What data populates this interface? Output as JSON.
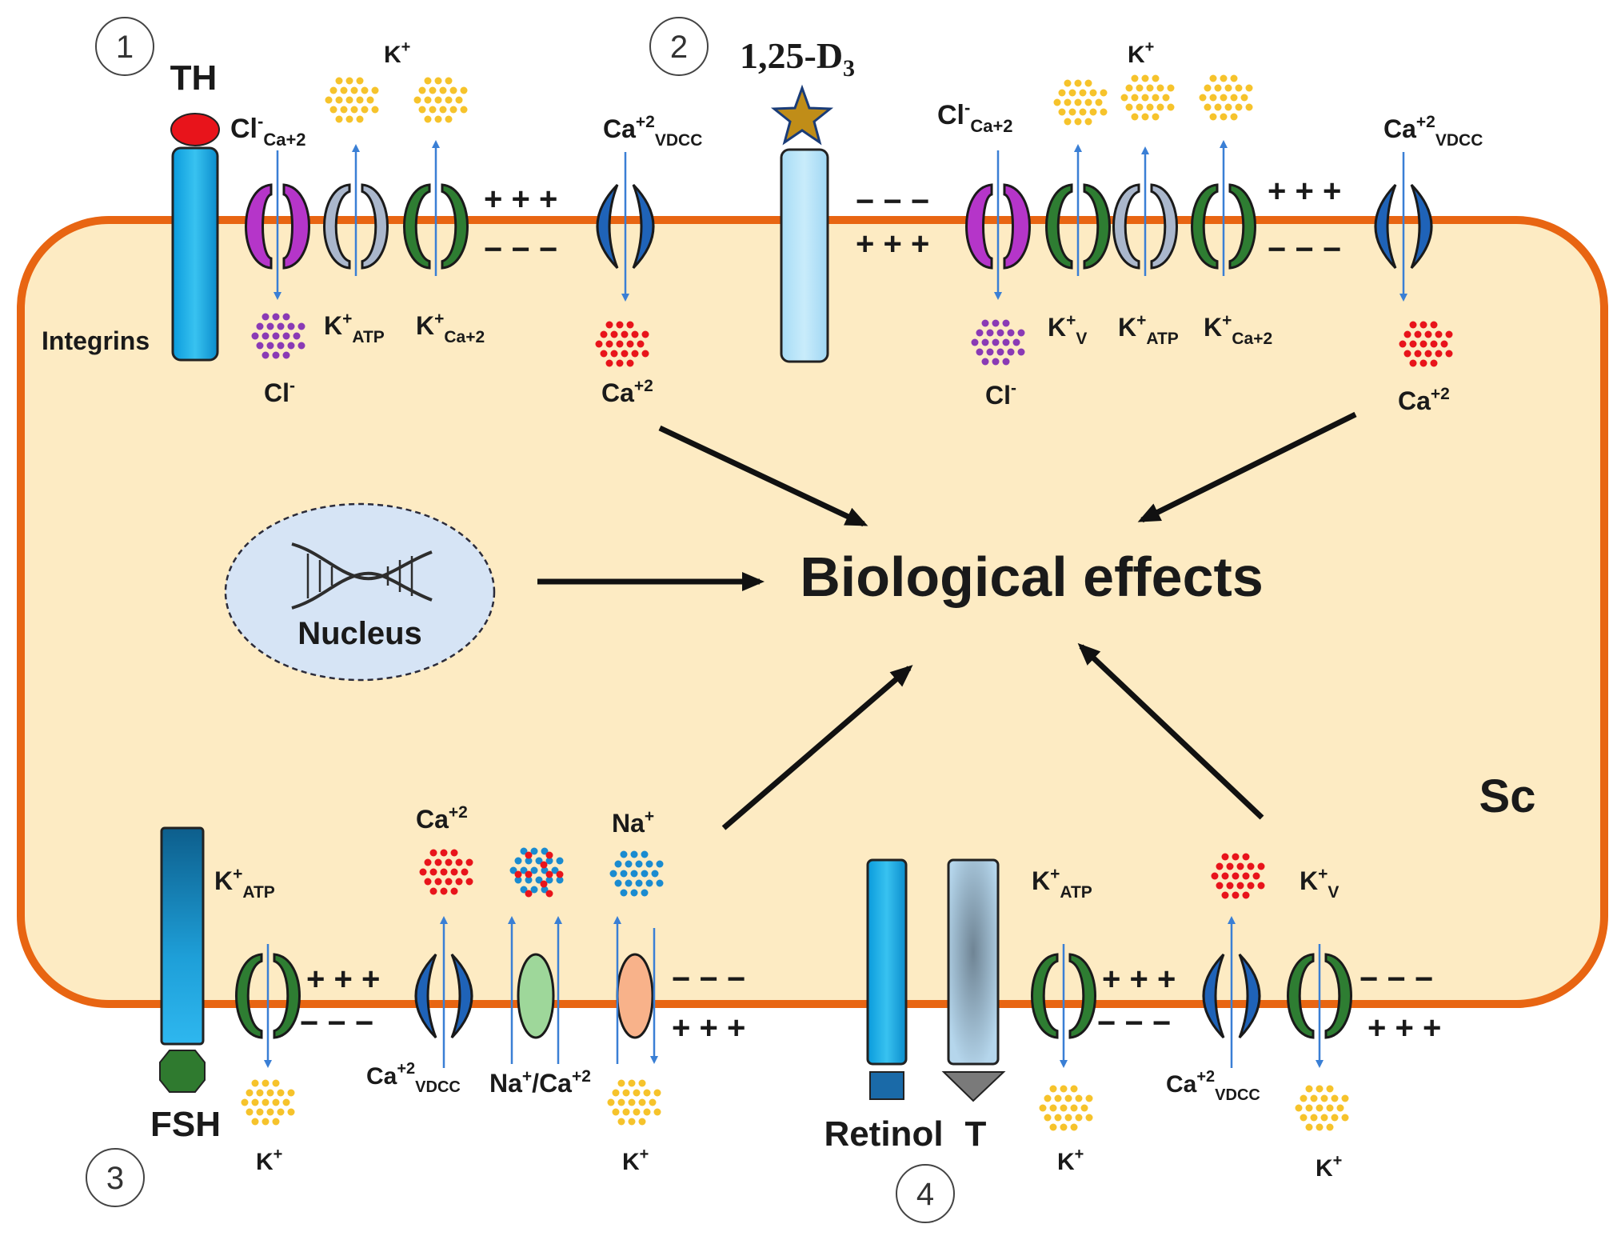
{
  "diagram": {
    "panel_numbers": [
      "1",
      "2",
      "3",
      "4"
    ],
    "center_label": "Biological effects",
    "nucleus_label": "Nucleus",
    "cell_label": "Sc",
    "ligands": {
      "th": "TH",
      "integrins": "Integrins",
      "d3_main": "1,25-D",
      "d3_sub": "3",
      "fsh": "FSH",
      "retinol": "Retinol",
      "t": "T"
    },
    "ions": {
      "k": "K",
      "cl": "Cl",
      "ca": "Ca",
      "na": "Na",
      "plus": "+",
      "minus": "-",
      "plus2": "+2",
      "sub_ca2": "Ca+2",
      "sub_atp": "ATP",
      "sub_vdcc": "VDCC",
      "sub_v": "V",
      "slash": "/"
    },
    "charges": {
      "plus_row": "+ + +",
      "minus_row": "− − −"
    },
    "colors": {
      "cell_fill": "#fdebc3",
      "cell_border": "#e86512",
      "arrow": "#3a7fd5",
      "k_dots": "#f6c32b",
      "cl_dots": "#8a3ab5",
      "ca_dots": "#e8141b",
      "na_dots": "#1a8bd0",
      "cl_channel": "#b535c9",
      "k_channel": "#2e7d32",
      "katp_channel": "#aab7cc",
      "ca_channel": "#1f63b8",
      "nucleus_fill": "#d6e4f5"
    }
  }
}
